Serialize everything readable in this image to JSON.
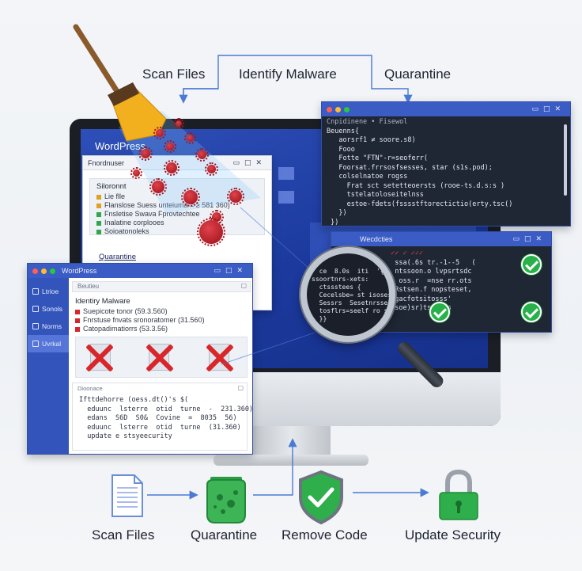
{
  "top_steps": {
    "scan": "Scan Files",
    "identify": "Identify Malware",
    "quarantine": "Quarantine"
  },
  "bottom_steps": {
    "scan": "Scan Files",
    "quarantine": "Quarantine",
    "remove": "Remove Code",
    "update": "Update Security"
  },
  "screen_brand": "WordPress",
  "scanner_window": {
    "header": "Fnordnuser",
    "section": "Siloronnt",
    "items": [
      {
        "text": "Lie flle",
        "color": "#e0a020"
      },
      {
        "text": "Flanslose Suess unteiuma = ≥ 581 360)",
        "color": "#e0a020"
      },
      {
        "text": "Fnsletise Swava Fprovtechtee",
        "color": "#2ea84a"
      },
      {
        "text": "Inalatine corplooes",
        "color": "#2ea84a"
      },
      {
        "text": "Soioatonoleks",
        "color": "#2ea84a"
      }
    ],
    "link": "Quarantine"
  },
  "code_window_top": {
    "title": "Cnpidinene • Fisewol",
    "lines": [
      "Beuenns{",
      "   aorsrf1 ≠ soore.s8)",
      "   Fooo",
      "   Fotte \"FTN\"-r=seoferr(",
      "   Foorsat.frrsosfsesses, star (s1s.pod);",
      "   colselnatoe rogss",
      "     Frat sct setetteoersts (rooe-ts.d.s:s )",
      "     tstelatoloseitelnss",
      "     estoe-fdets(fsssstftorectictio(erty.tsc()",
      "   })",
      " })",
      "}}"
    ]
  },
  "code_window_mid": {
    "title": "Wecdcties",
    "lines": [
      " ✓✓ ✓ ✓✓✓",
      "  ssa(.6s tr.-1--5   (",
      "  ntssoon.o lvpsrtsdc",
      "   oss.r  =nse rr.ots",
      "  Rstsen.f nopsteset,",
      "  gacfotsitosss'",
      "  soe)sr)tsstoss"
    ]
  },
  "magnifier_code": [
    "  ce  8.0s  iti  '{",
    "ssoortnrs-xets: ",
    "  ctssstees {",
    "  Cecelsbe= st isoses",
    "  Sessrs  Sesetnrsse",
    "  tosflrs=seelf ro ssss",
    "  }}"
  ],
  "admin_window": {
    "title": "WordPress",
    "sidebar": [
      "Ltrioe",
      "Sonols",
      "Norms",
      "Uvrkal"
    ],
    "panel_label": "Beutieu",
    "section": "Identiry Malware",
    "items": [
      "Suepicote tonor (59.3.560)",
      "Fnrstuse fnvats sronoratomer (31.560)",
      "Catopadimatiorrs (53.3.56)"
    ],
    "console_label": "Dioonace",
    "console_lines": [
      "Ifttdehorre (oess.dt()'s $(",
      "  eduunc  lsterre  otid  turne  -  231.360)",
      "  edans  S6D  S0&  Covine  =  8035  56)",
      "  eduunc  lsterre  otid  turne  (31.360)",
      "  update e stsyeecurity"
    ]
  },
  "colors": {
    "accent_blue": "#3a5cc4",
    "danger_red": "#d8262a",
    "safe_green": "#28b14a",
    "arrow_blue": "#4a7ad6"
  }
}
